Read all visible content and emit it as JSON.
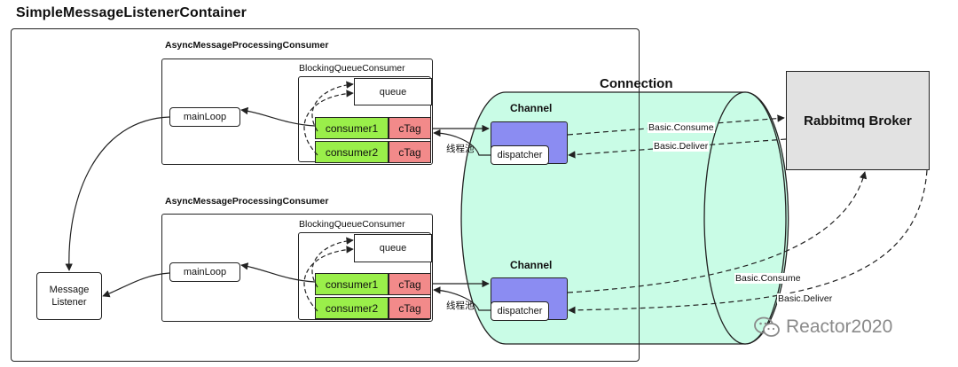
{
  "container": {
    "title": "SimpleMessageListenerContainer"
  },
  "consumers": [
    {
      "title": "AsyncMessageProcessingConsumer",
      "blocking_queue_title": "BlockingQueueConsumer",
      "queue_label": "queue",
      "main_loop_label": "mainLoop",
      "rows": [
        {
          "consumer": "consumer1",
          "tag": "cTag"
        },
        {
          "consumer": "consumer2",
          "tag": "cTag"
        }
      ],
      "thread_pool_label": "线程池"
    },
    {
      "title": "AsyncMessageProcessingConsumer",
      "blocking_queue_title": "BlockingQueueConsumer",
      "queue_label": "queue",
      "main_loop_label": "mainLoop",
      "rows": [
        {
          "consumer": "consumer1",
          "tag": "cTag"
        },
        {
          "consumer": "consumer2",
          "tag": "cTag"
        }
      ],
      "thread_pool_label": "线程池"
    }
  ],
  "message_listener": {
    "label": "Message\nListener"
  },
  "connection": {
    "title": "Connection"
  },
  "channels": [
    {
      "title": "Channel",
      "dispatcher_label": "dispatcher",
      "consume_label": "Basic.Consume",
      "deliver_label": "Basic.Deliver"
    },
    {
      "title": "Channel",
      "dispatcher_label": "dispatcher",
      "consume_label": "Basic.Consume",
      "deliver_label": "Basic.Deliver"
    }
  ],
  "broker": {
    "label": "Rabbitmq Broker"
  },
  "watermark": {
    "text": "Reactor2020",
    "icon": "wechat-icon"
  },
  "colors": {
    "consumer_fill": "#9aef4a",
    "ctag_fill": "#f28a8a",
    "connection_fill": "#c9fce6",
    "channel_fill": "#8b8cf2",
    "broker_fill": "#e2e2e2"
  }
}
